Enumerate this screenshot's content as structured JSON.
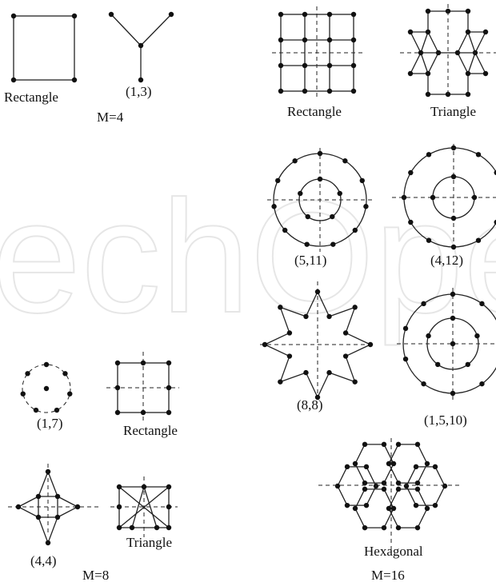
{
  "labels": {
    "rect_m4": "Rectangle",
    "y13": "(1,3)",
    "m4": "M=4",
    "rect_m16": "Rectangle",
    "tri_m16": "Triangle",
    "c511": "(5,11)",
    "c412": "(4,12)",
    "s88": "(8,8)",
    "c1510": "(1,5,10)",
    "c17": "(1,7)",
    "rect_m8": "Rectangle",
    "s44": "(4,4)",
    "tri_m8": "Triangle",
    "m8": "M=8",
    "hex": "Hexagonal",
    "m16": "M=16"
  },
  "watermark": "echOpen"
}
